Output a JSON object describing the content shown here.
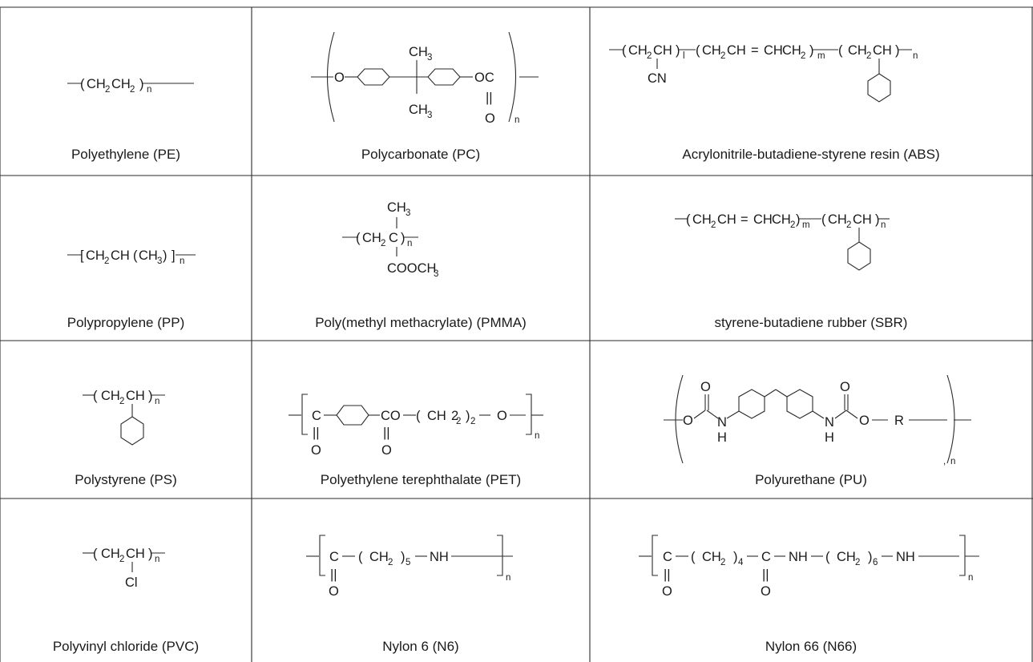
{
  "polymers": [
    {
      "key": "pe",
      "name": "Polyethylene (PE)"
    },
    {
      "key": "pc",
      "name": "Polycarbonate (PC)"
    },
    {
      "key": "abs",
      "name": "Acrylonitrile-butadiene-styrene resin (ABS)"
    },
    {
      "key": "pp",
      "name": "Polypropylene (PP)"
    },
    {
      "key": "pmma",
      "name": "Poly(methyl methacrylate) (PMMA)"
    },
    {
      "key": "sbr",
      "name": "styrene-butadiene rubber (SBR)"
    },
    {
      "key": "ps",
      "name": "Polystyrene (PS)"
    },
    {
      "key": "pet",
      "name": "Polyethylene terephthalate (PET)"
    },
    {
      "key": "pu",
      "name": "Polyurethane (PU)"
    },
    {
      "key": "pvc",
      "name": "Polyvinyl chloride (PVC)"
    },
    {
      "key": "n6",
      "name": "Nylon 6 (N6)"
    },
    {
      "key": "n66",
      "name": "Nylon 66 (N66)"
    }
  ],
  "formula_text": {
    "ch": "CH",
    "c": "C",
    "o": "O",
    "oc": "OC",
    "co": "CO",
    "cn": "CN",
    "cl": "Cl",
    "n_h": "N",
    "h": "H",
    "r": "R",
    "nh": "NH",
    "ch3": "CH",
    "cooch": "COOCH",
    "eq": "=",
    "dash": "–",
    "sub2": "2",
    "sub3": "3",
    "sub4": "4",
    "sub5": "5",
    "sub6": "6",
    "rep_n": "n",
    "rep_m": "m",
    "rep_l": "l",
    "open": "(",
    "close": ")",
    "lbr": "[",
    "rbr": "]",
    "double": "||",
    "comma": ","
  }
}
